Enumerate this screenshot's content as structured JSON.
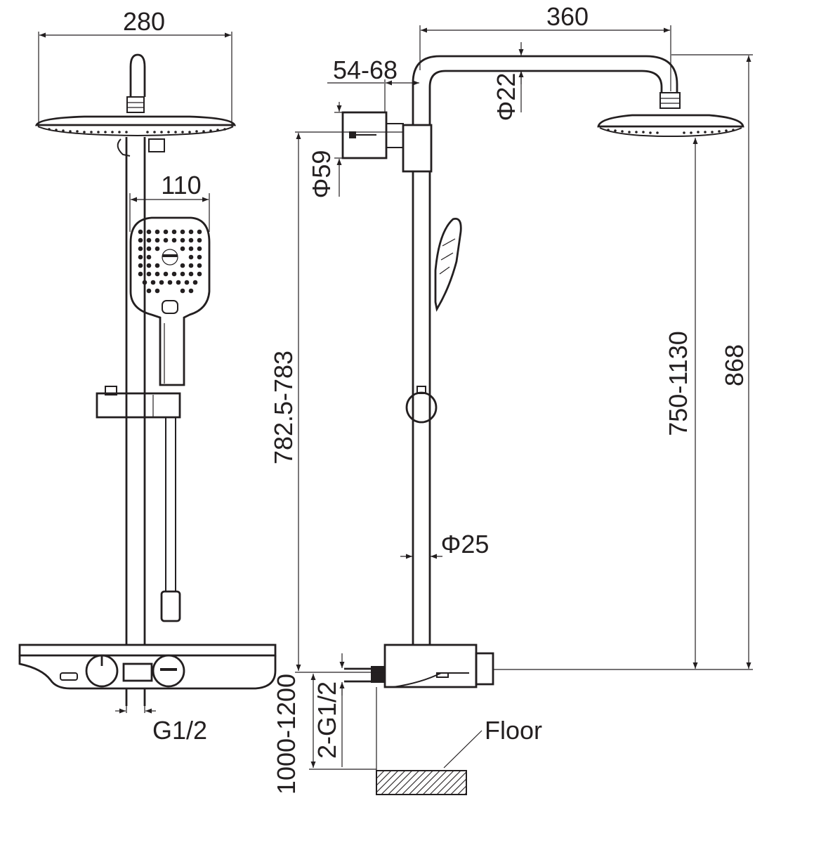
{
  "front_view": {
    "overhead_width": "280",
    "handshower_width": "110",
    "inlet_thread": "G1/2"
  },
  "side_view": {
    "arm_reach": "360",
    "wall_offset": "54-68",
    "arm_diameter": "Φ22",
    "mount_diameter": "Φ59",
    "bracket_height": "782.5-783",
    "head_height": "750-1130",
    "total_height": "868",
    "pipe_diameter": "Φ25",
    "mount_height": "1000-1200",
    "inlet_thread": "2-G1/2",
    "floor_label": "Floor"
  },
  "colors": {
    "line": "#231f20",
    "background": "#ffffff"
  }
}
